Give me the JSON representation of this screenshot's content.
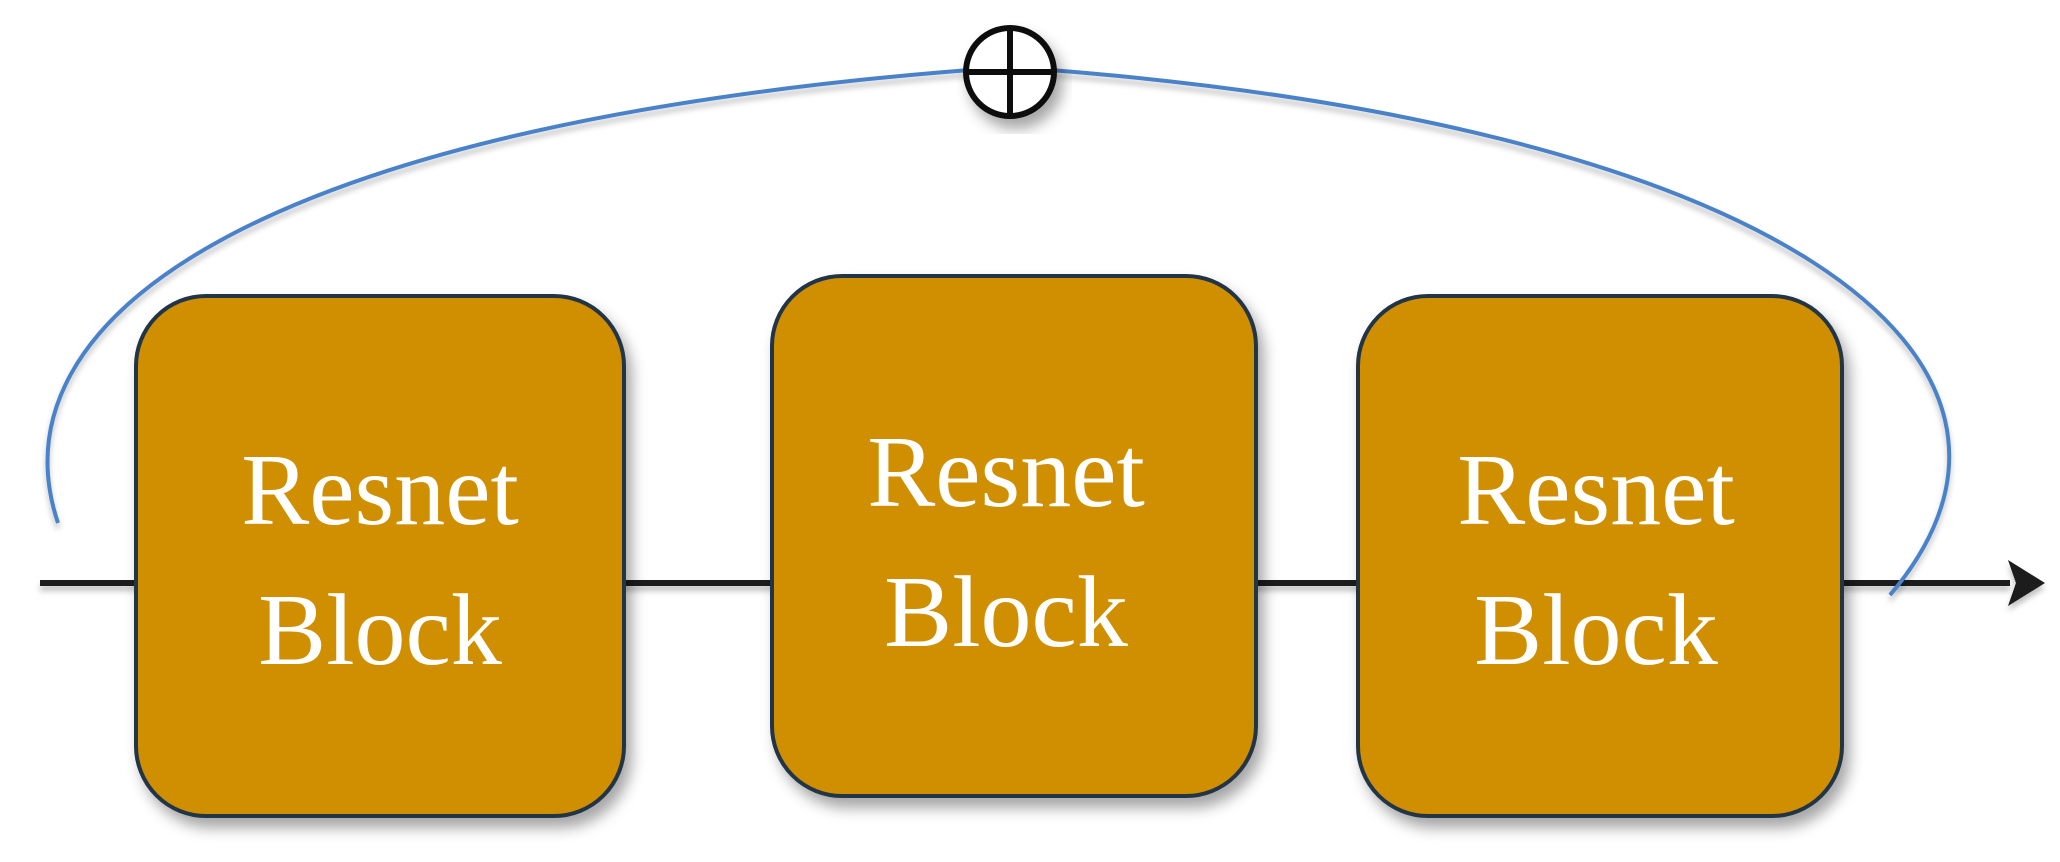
{
  "blocks": [
    {
      "line1": "Resnet",
      "line2": "Block"
    },
    {
      "line1": "Resnet",
      "line2": "Block"
    },
    {
      "line1": "Resnet",
      "line2": "Block"
    }
  ],
  "adder_symbol": "circle-plus-icon",
  "colors": {
    "block_fill": "#cf8f00",
    "block_border": "#243447",
    "block_text": "#ffffff",
    "skip_connection": "#4a82c9",
    "main_line": "#1a1a1a",
    "background": "#ffffff"
  }
}
